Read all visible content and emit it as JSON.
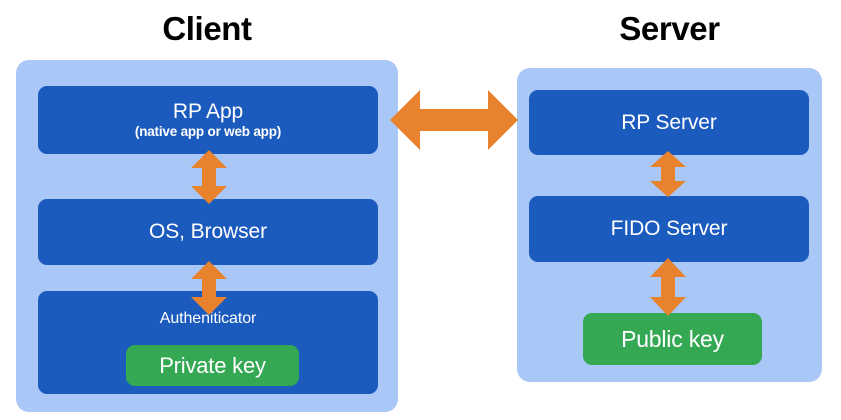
{
  "diagram": {
    "title_client": "Client",
    "title_server": "Server",
    "colors": {
      "panel_light_blue": "#aac8f7",
      "block_blue": "#1c5bbe",
      "key_green": "#34a853",
      "arrow_orange": "#e8822c",
      "text_white": "#ffffff",
      "text_black": "#000000",
      "background": "#ffffff"
    },
    "client": {
      "panel_label": "Client",
      "blocks": [
        {
          "name": "rp-app",
          "title": "RP App",
          "subtitle": "(native app or web app)"
        },
        {
          "name": "os-browser",
          "title": "OS, Browser",
          "subtitle": ""
        },
        {
          "name": "authenticator",
          "title": "Autheniticator",
          "subtitle": "",
          "key": "Private key"
        }
      ]
    },
    "server": {
      "panel_label": "Server",
      "blocks": [
        {
          "name": "rp-server",
          "title": "RP Server",
          "subtitle": ""
        },
        {
          "name": "fido-server",
          "title": "FIDO Server",
          "subtitle": ""
        }
      ],
      "key": "Public key"
    },
    "arrows": [
      {
        "name": "rp-app-to-os-browser",
        "direction": "vertical-bidirectional"
      },
      {
        "name": "os-browser-to-authenticator",
        "direction": "vertical-bidirectional"
      },
      {
        "name": "client-to-server",
        "direction": "horizontal-bidirectional"
      },
      {
        "name": "rp-server-to-fido-server",
        "direction": "vertical-bidirectional"
      },
      {
        "name": "fido-server-to-public-key",
        "direction": "vertical-bidirectional"
      }
    ]
  }
}
